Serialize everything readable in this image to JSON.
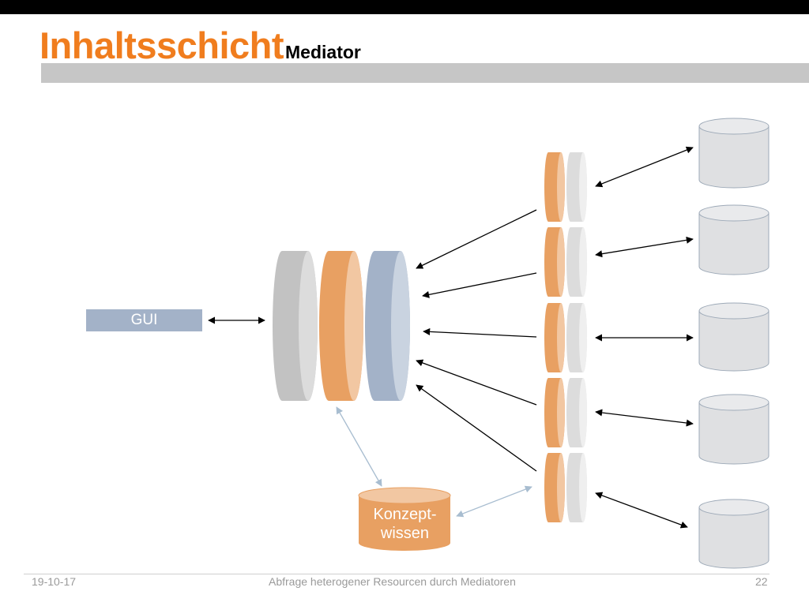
{
  "slide": {
    "title_main": "Inhaltsschicht",
    "title_sub": "Mediator"
  },
  "diagram": {
    "gui_label": "GUI",
    "knowledge_label_line1": "Konzept-",
    "knowledge_label_line2": "wissen",
    "colors": {
      "accent_orange": "#e8a062",
      "mediator_gray": "#c2c2c2",
      "mediator_blue": "#a3b2c8",
      "source_fill": "#dfe0e2",
      "knowledge_link": "#a8bdd0"
    }
  },
  "footer": {
    "date": "19-10-17",
    "center": "Abfrage heterogener Resourcen durch Mediatoren",
    "page": "22"
  }
}
